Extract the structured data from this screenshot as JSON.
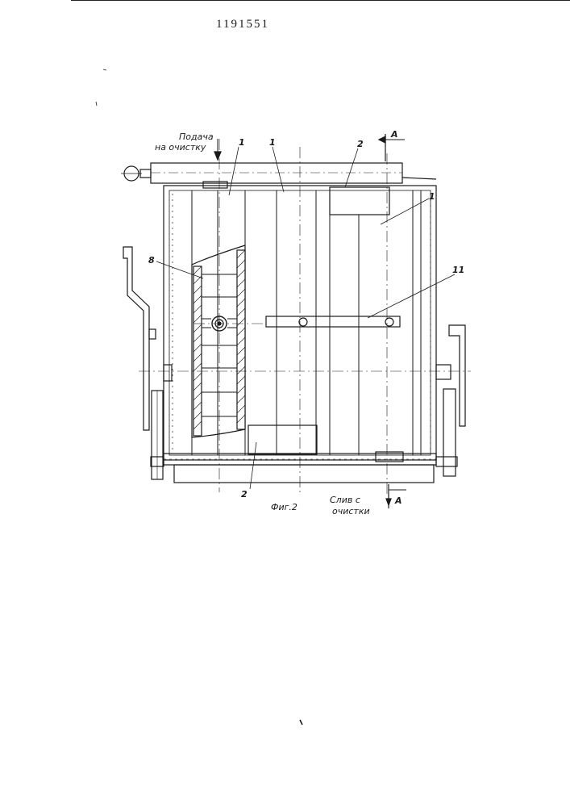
{
  "document": {
    "patent_number": "1191551",
    "figure_caption": "Фиг.2"
  },
  "labels": {
    "inlet_line1": "Подача",
    "inlet_line2": "на очистку",
    "outlet_line1": "Слив с",
    "outlet_line2": "очистки",
    "section": "A"
  },
  "callouts": [
    {
      "id": "1"
    },
    {
      "id": "1"
    },
    {
      "id": "2"
    },
    {
      "id": "1"
    },
    {
      "id": "8"
    },
    {
      "id": "11"
    },
    {
      "id": "2"
    }
  ],
  "colors": {
    "ink": "#1a1a1a",
    "paper": "#ffffff"
  }
}
